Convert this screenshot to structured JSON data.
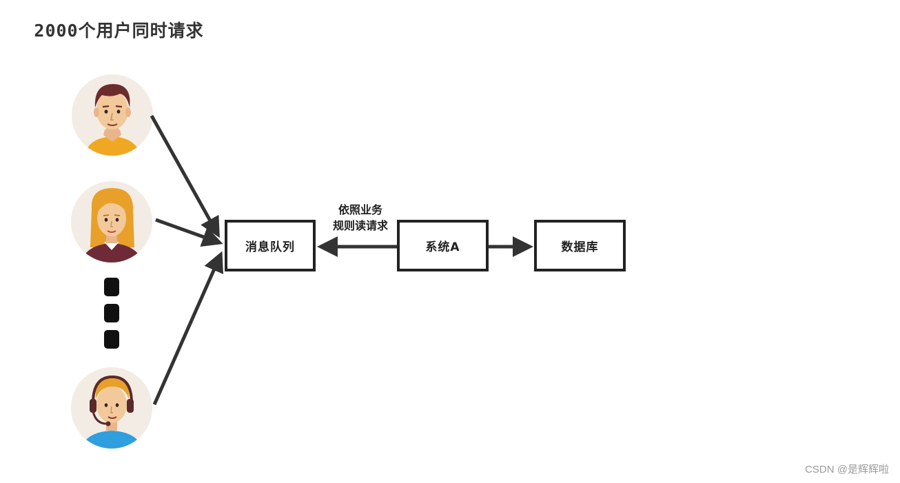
{
  "users_title": "2000个用户同时请求",
  "avatars": [
    {
      "icon": "male-user-avatar-icon",
      "shirt": "#f0a721",
      "hair": "#6b2c2c"
    },
    {
      "icon": "female-user-avatar-icon",
      "shirt": "#6e2a36",
      "hair": "#e8a02a"
    },
    {
      "icon": "headset-user-avatar-icon",
      "shirt": "#2f9fe0",
      "hair": "#e8a02a"
    }
  ],
  "nodes": {
    "queue": "消息队列",
    "system": "系统A",
    "database": "数据库"
  },
  "edge_label": {
    "line1": "依照业务",
    "line2": "规则读请求"
  },
  "watermark": "CSDN @是辉辉啦",
  "colors": {
    "stroke": "#222222",
    "arrow": "#333333",
    "skin": "#f2c99a"
  }
}
